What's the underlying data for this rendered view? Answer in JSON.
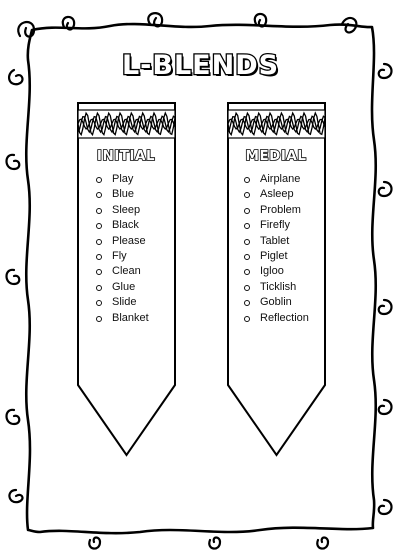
{
  "title": "L-BLENDS",
  "columns": [
    {
      "heading": "INITIAL",
      "words": [
        "Play",
        "Blue",
        "Sleep",
        "Black",
        "Please",
        "Fly",
        "Clean",
        "Glue",
        "Slide",
        "Blanket"
      ]
    },
    {
      "heading": "MEDIAL",
      "words": [
        "Airplane",
        "Asleep",
        "Problem",
        "Firefly",
        "Tablet",
        "Piglet",
        "Igloo",
        "Ticklish",
        "Goblin",
        "Reflection"
      ]
    }
  ],
  "icons": [
    "doodle-frame-border",
    "zigzag-pattern-band"
  ]
}
